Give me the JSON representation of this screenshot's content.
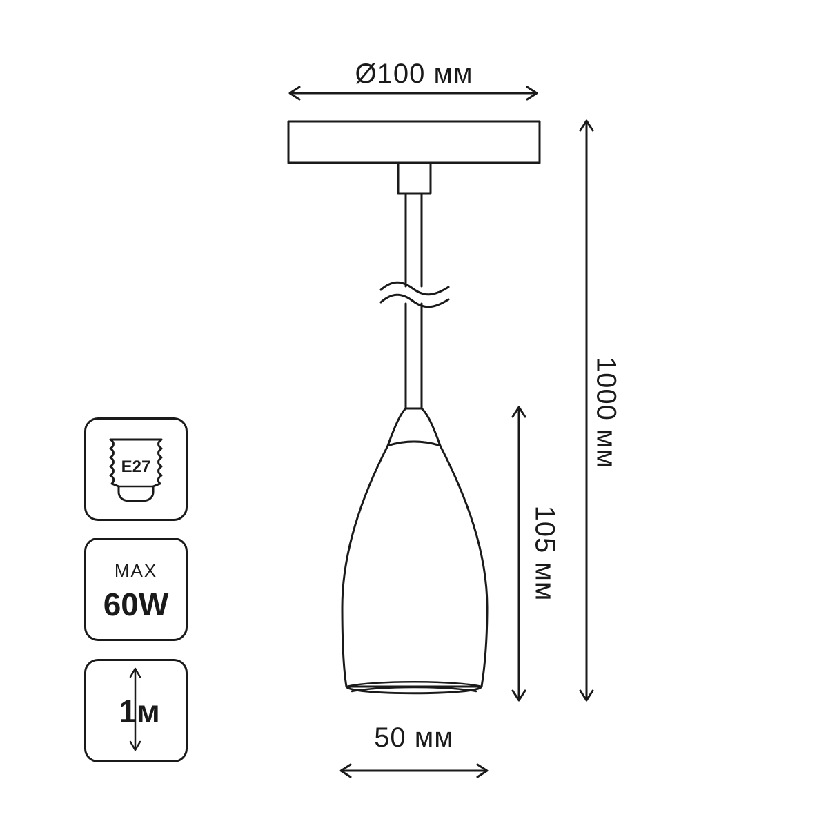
{
  "diagram": {
    "dimensions": {
      "canopy_diameter": "Ø100 мм",
      "shade_diameter": "50 мм",
      "total_height": "1000 мм",
      "shade_height": "105 мм"
    },
    "badges": {
      "socket": {
        "label": "E27",
        "icon": "e27-socket-icon"
      },
      "power": {
        "prefix": "MAX",
        "value": "60W"
      },
      "cord": {
        "value": "1м",
        "icon": "vertical-double-arrow-icon"
      }
    },
    "colors": {
      "line": "#1a1a1a",
      "background": "#ffffff"
    }
  }
}
